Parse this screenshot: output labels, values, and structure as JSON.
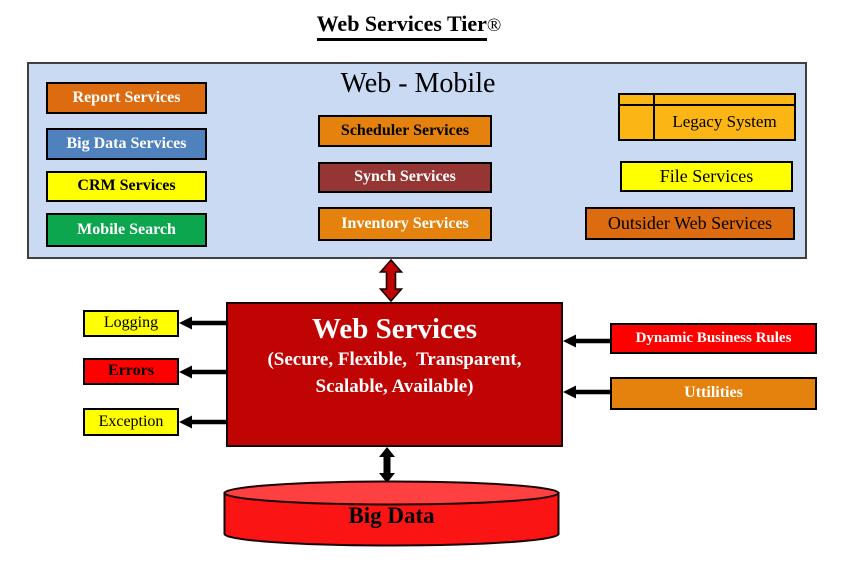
{
  "title": {
    "text": "Web Services Tier",
    "mark": "®"
  },
  "panel": {
    "title": "Web - Mobile",
    "report_services": "Report Services",
    "big_data_services": "Big Data Services",
    "crm_services": "CRM Services",
    "mobile_search": "Mobile Search",
    "scheduler_services": "Scheduler Services",
    "synch_services": "Synch Services",
    "inventory_services": "Inventory Services",
    "legacy_system": "Legacy System",
    "file_services": "File Services",
    "outsider_web_services": "Outsider Web Services"
  },
  "web_services": {
    "title": "Web Services",
    "subtitle_line1": "(Secure, Flexible,  Transparent,",
    "subtitle_line2": "Scalable, Available)"
  },
  "side_left": {
    "logging": "Logging",
    "errors": "Errors",
    "exception": "Exception"
  },
  "side_right": {
    "dynamic_business_rules": "Dynamic Business Rules",
    "uttilities": "Uttilities"
  },
  "datastore": {
    "label": "Big Data"
  },
  "colors": {
    "panel_fill": "#C9DAF2",
    "panel_border": "#404040",
    "dark_orange": "#DD6B10",
    "orange": "#E5820D",
    "blue": "#4F81BD",
    "yellow": "#FFFF00",
    "green": "#0CA64F",
    "maroon": "#963634",
    "amber": "#FBB616",
    "web_services_red": "#C00404",
    "bright_red": "#FF0000",
    "cylinder_red": "#FA1414",
    "cylinder_top_red": "#FF4040",
    "arrow_black": "#000000"
  }
}
